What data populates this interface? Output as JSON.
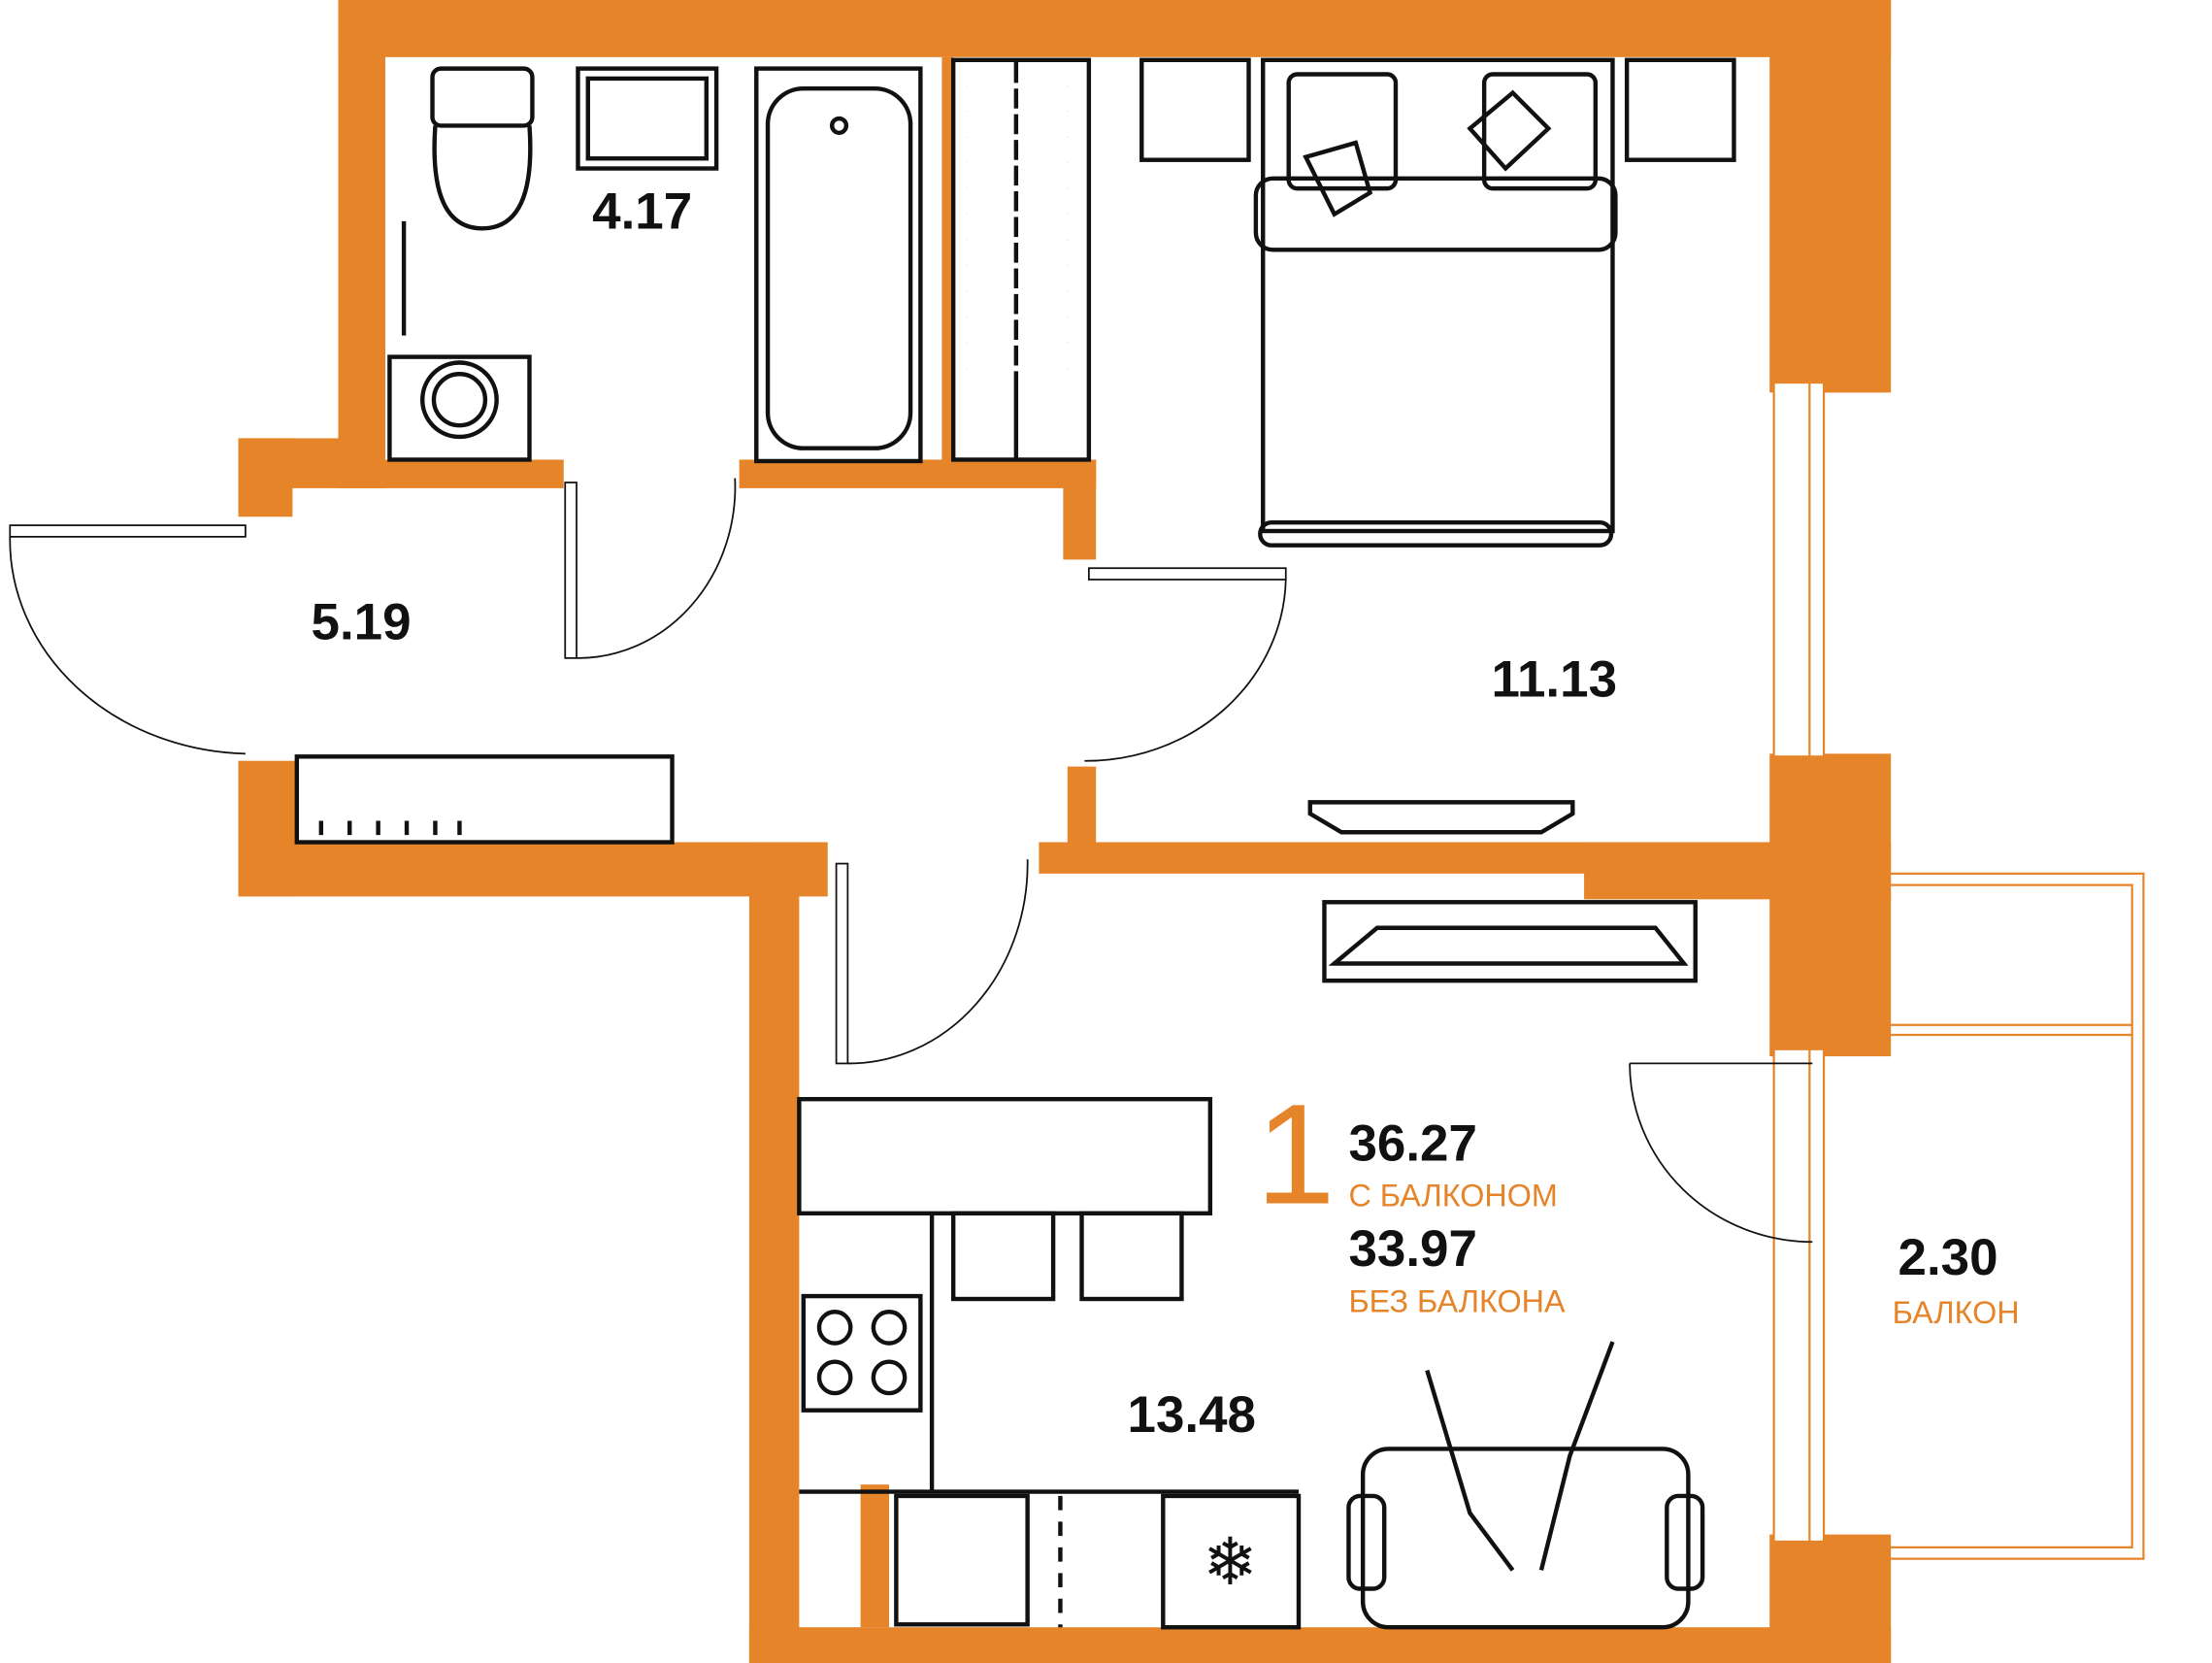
{
  "colors": {
    "wall": "#E6842A",
    "text": "#111111",
    "accent": "#E6842A"
  },
  "rooms": {
    "bathroom": {
      "area": "4.17"
    },
    "hallway": {
      "area": "5.19"
    },
    "bedroom": {
      "area": "11.13"
    },
    "kitchen_living": {
      "area": "13.48"
    },
    "balcony": {
      "area": "2.30",
      "label": "БАЛКОН"
    }
  },
  "summary": {
    "rooms_count": "1",
    "total_with_balcony": "36.27",
    "with_balcony_label": "С БАЛКОНОМ",
    "total_without_balcony": "33.97",
    "without_balcony_label": "БЕЗ БАЛКОНА"
  }
}
